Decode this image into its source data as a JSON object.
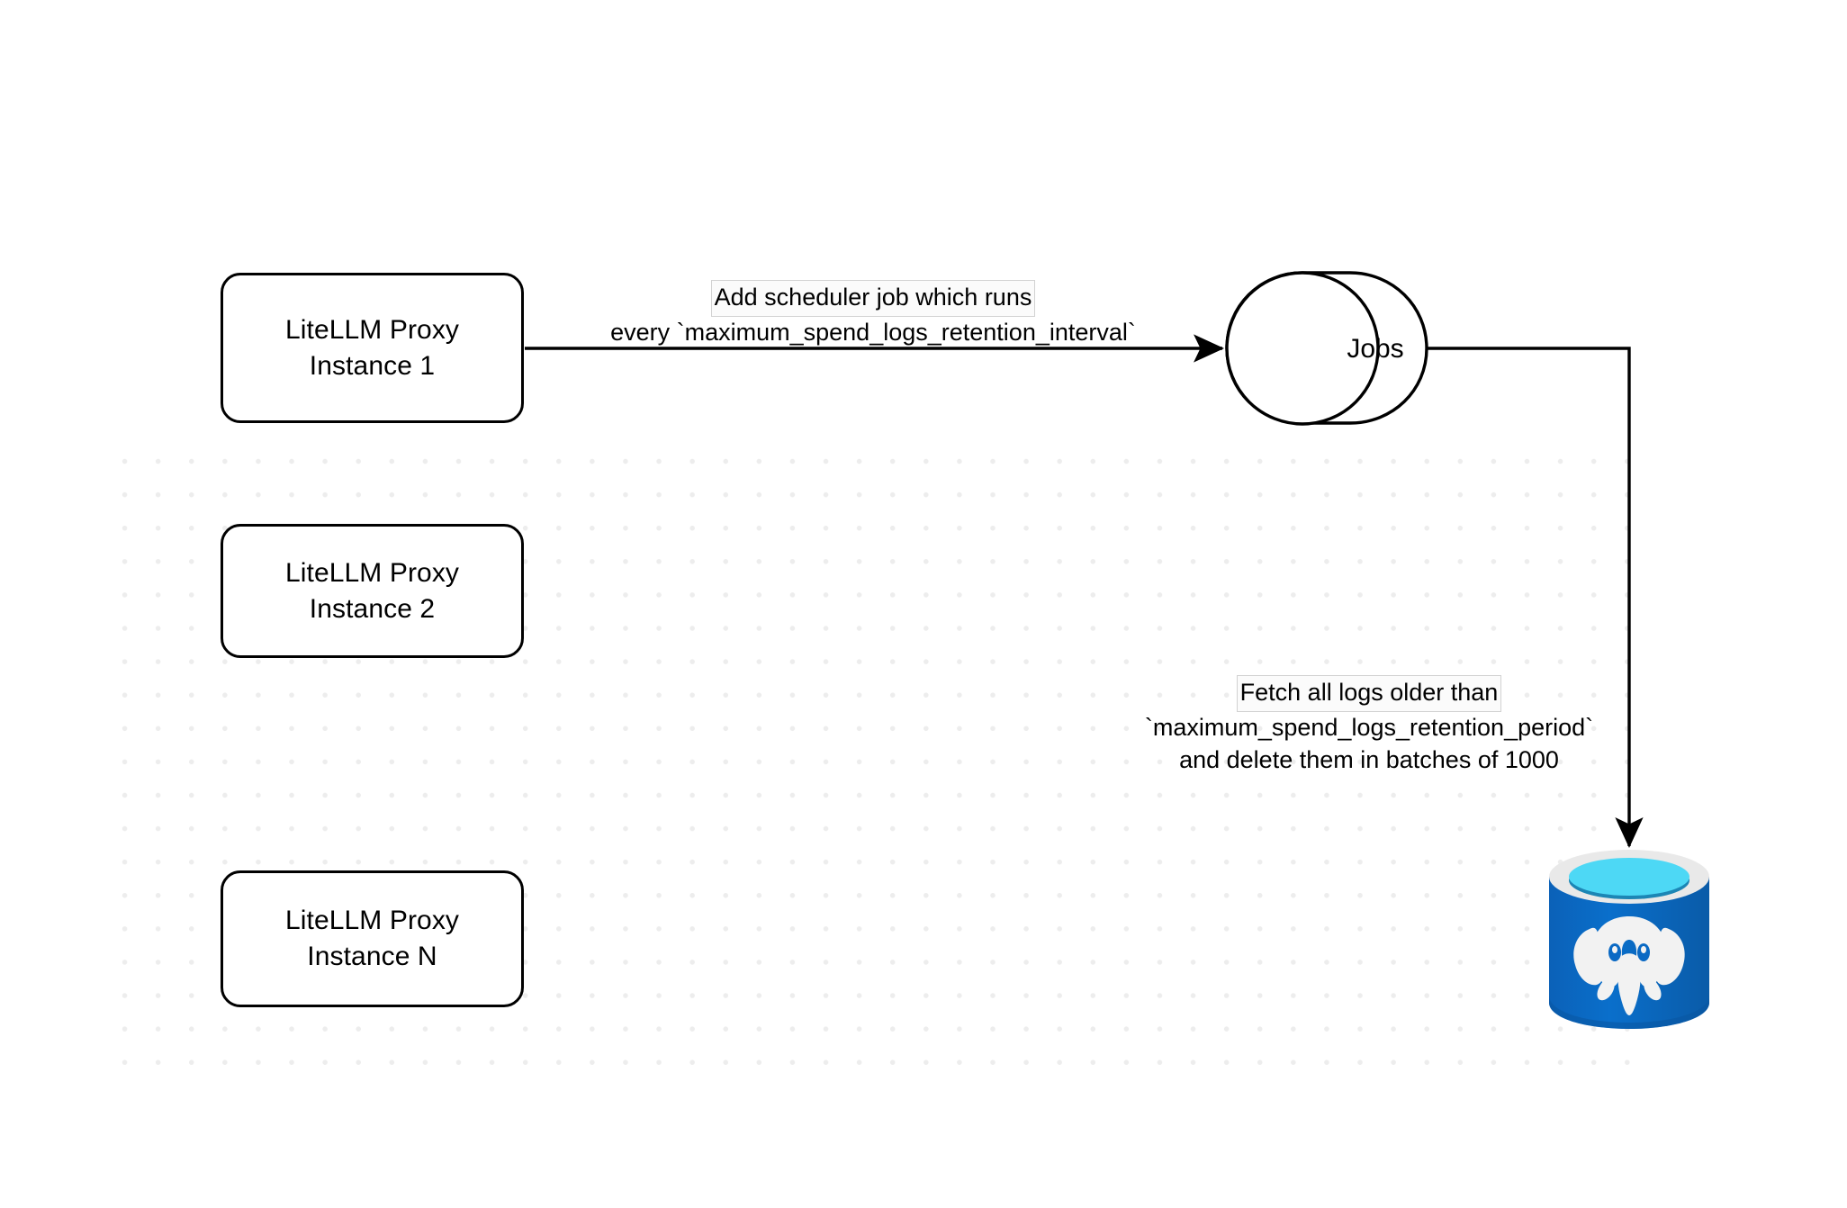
{
  "diagram": {
    "title": "LiteLLM spend logs retention scheduler flow",
    "background": {
      "canvas_color": "#ffffff",
      "grid_dot_color": "#ededed"
    },
    "nodes": {
      "proxy_instance_1": {
        "line1": "LiteLLM Proxy",
        "line2": "Instance 1"
      },
      "proxy_instance_2": {
        "line1": "LiteLLM Proxy",
        "line2": "Instance 2"
      },
      "proxy_instance_n": {
        "line1": "LiteLLM Proxy",
        "line2": "Instance N"
      },
      "jobs_store": {
        "label": "Jobs"
      },
      "postgres_database": {
        "label": "",
        "icon": "postgresql-database-icon",
        "colors": {
          "body": "#0A69C4",
          "body_dark": "#0B5FAE",
          "rim": "#E9E9E9",
          "top": "#4DD8F5",
          "top_shadow": "#1C86B5",
          "elephant": "#F2F2F2"
        }
      }
    },
    "edges": {
      "scheduler_edge": {
        "line1": "Add scheduler job which runs",
        "line2": "every `maximum_spend_logs_retention_interval`",
        "highlight_line": 1
      },
      "delete_edge": {
        "line1": "Fetch all logs older than",
        "line2": "`maximum_spend_logs_retention_period`",
        "line3": "and delete them in batches of 1000",
        "highlight_line": 1
      }
    }
  }
}
